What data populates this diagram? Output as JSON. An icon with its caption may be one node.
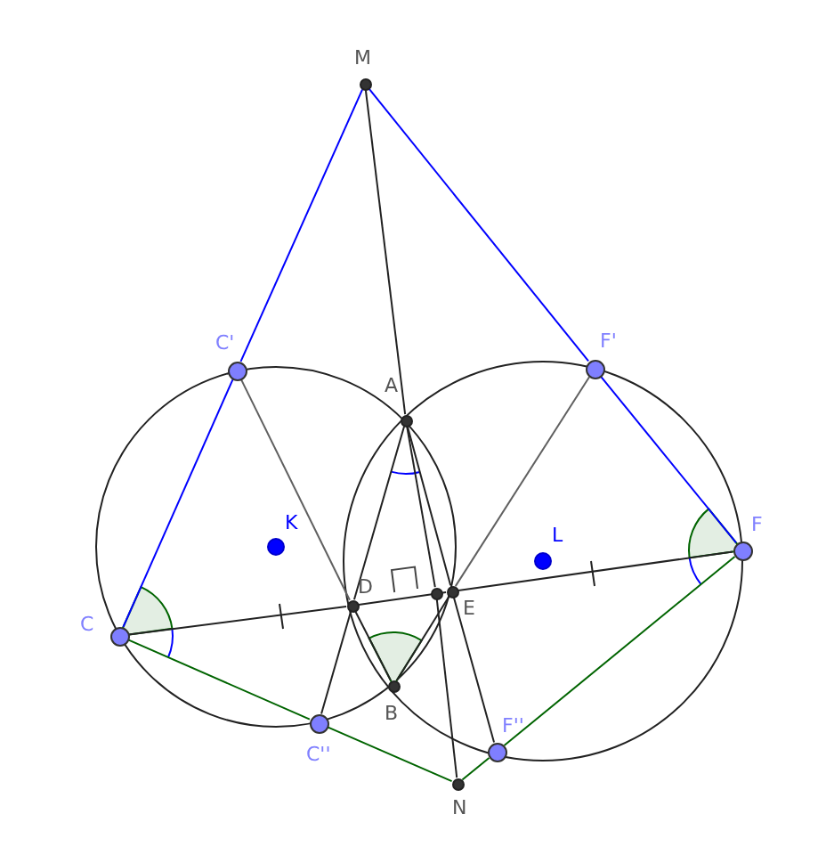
{
  "diagram": {
    "nodes": [
      {
        "text": [],
        "shape": "circle",
        "beside": [
          "M"
        ]
      },
      {
        "text": [],
        "shape": "circle",
        "beside": [
          "C'"
        ]
      },
      {
        "text": [],
        "shape": "circle",
        "beside": [
          "F'"
        ]
      },
      {
        "text": [],
        "shape": "circle",
        "beside": [
          "A"
        ]
      },
      {
        "text": [],
        "shape": "circle",
        "beside": [
          "K"
        ]
      },
      {
        "text": [],
        "shape": "circle",
        "beside": [
          "L"
        ]
      },
      {
        "text": [],
        "shape": "circle",
        "beside": [
          "F"
        ]
      },
      {
        "text": [],
        "shape": "circle",
        "beside": [
          "E"
        ]
      },
      {
        "text": [],
        "shape": "circle"
      },
      {
        "text": [],
        "shape": "circle",
        "beside": [
          "D"
        ]
      },
      {
        "text": [],
        "shape": "circle",
        "beside": [
          "C"
        ]
      },
      {
        "text": [],
        "shape": "circle",
        "beside": [
          "B"
        ]
      },
      {
        "text": [],
        "shape": "circle",
        "beside": [
          "C''"
        ]
      },
      {
        "text": [],
        "shape": "circle",
        "beside": [
          "F''"
        ]
      },
      {
        "text": [],
        "shape": "circle",
        "beside": [
          "N"
        ]
      }
    ],
    "edges": [
      {
        "from": 0,
        "to": 1,
        "arrow": "none",
        "color": "#0000ff"
      },
      {
        "from": 1,
        "to": 10,
        "arrow": "none",
        "color": "#0000ff"
      },
      {
        "from": 0,
        "to": 2,
        "arrow": "none",
        "color": "#0000ff"
      },
      {
        "from": 2,
        "to": 6,
        "arrow": "none",
        "color": "#0000ff"
      },
      {
        "from": 10,
        "to": 9,
        "arrow": "none"
      },
      {
        "from": 9,
        "to": 7,
        "arrow": "none"
      },
      {
        "from": 7,
        "to": 6,
        "arrow": "none"
      },
      {
        "from": 10,
        "to": 12,
        "arrow": "none",
        "color": "#006400"
      },
      {
        "from": 12,
        "to": 14,
        "arrow": "none",
        "color": "#006400"
      },
      {
        "from": 6,
        "to": 13,
        "arrow": "none",
        "color": "#006400"
      },
      {
        "from": 13,
        "to": 14,
        "arrow": "none",
        "color": "#006400"
      },
      {
        "from": 0,
        "to": 3,
        "arrow": "none"
      },
      {
        "from": 3,
        "to": 8,
        "arrow": "none"
      },
      {
        "from": 8,
        "to": 14,
        "arrow": "none"
      },
      {
        "from": 3,
        "to": 9,
        "arrow": "none"
      },
      {
        "from": 9,
        "to": 12,
        "arrow": "none"
      },
      {
        "from": 3,
        "to": 7,
        "arrow": "none"
      },
      {
        "from": 7,
        "to": 13,
        "arrow": "none"
      },
      {
        "from": 1,
        "to": 9,
        "arrow": "none",
        "color": "#606060"
      },
      {
        "from": 2,
        "to": 7,
        "arrow": "none",
        "color": "#606060"
      },
      {
        "from": 9,
        "to": 11,
        "arrow": "none"
      },
      {
        "from": 7,
        "to": 11,
        "arrow": "none"
      }
    ]
  }
}
